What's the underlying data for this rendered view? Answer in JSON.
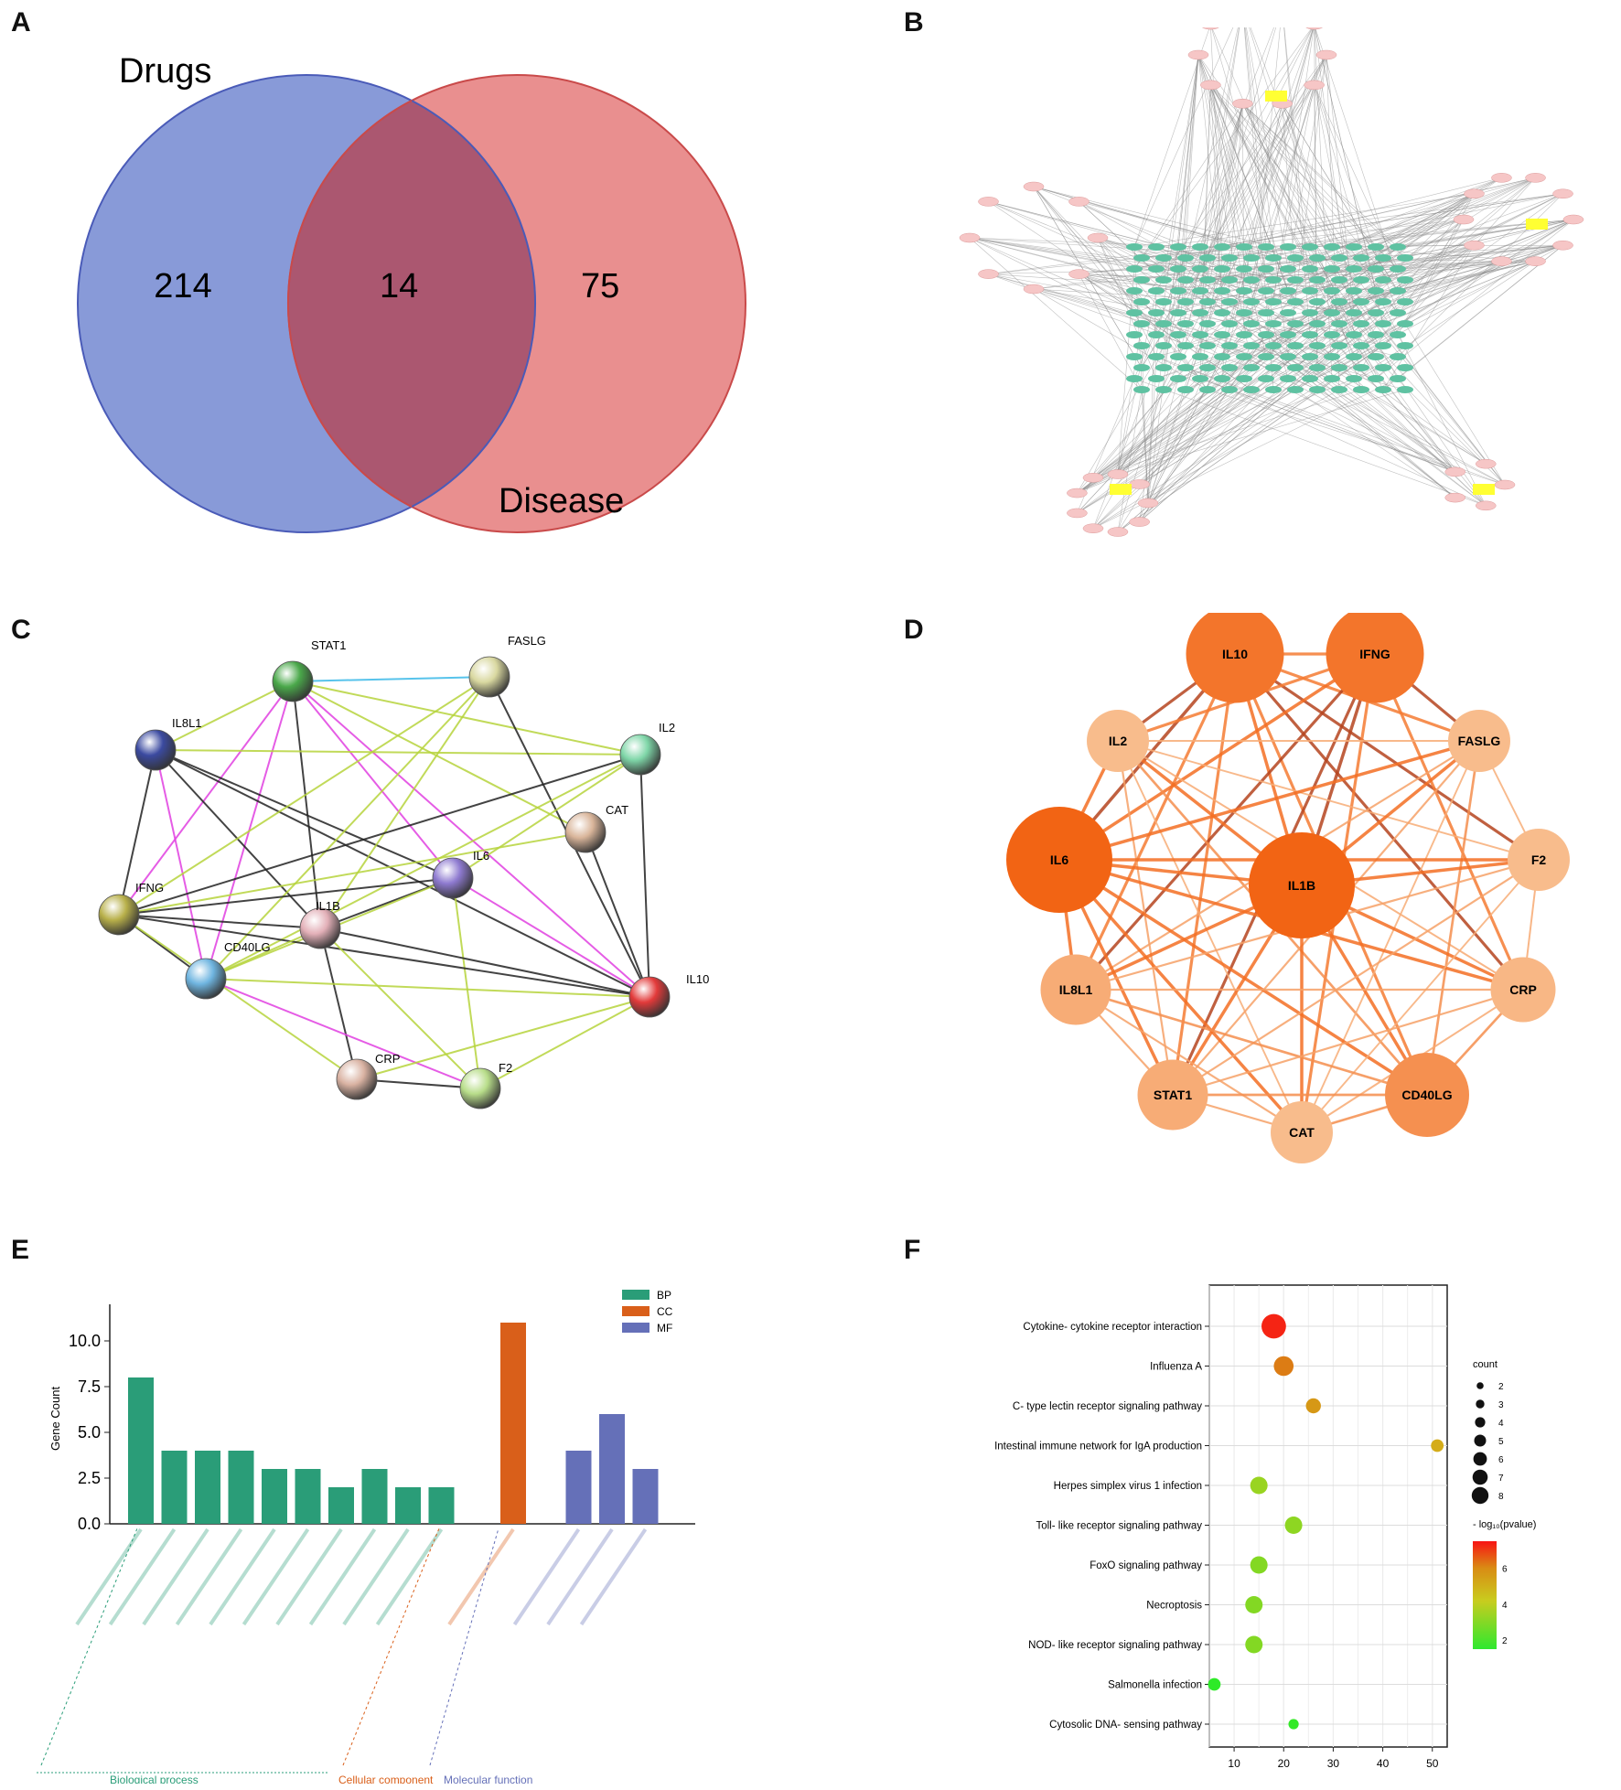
{
  "panels": {
    "a": "A",
    "b": "B",
    "c": "C",
    "d": "D",
    "e": "E",
    "f": "F"
  },
  "chart_data": [
    {
      "panel": "A",
      "type": "venn",
      "sets": [
        {
          "name": "Drugs",
          "only": 214,
          "color": "#7b8fd4"
        },
        {
          "name": "Disease",
          "only": 75,
          "color": "#e57b7b"
        }
      ],
      "intersection": 14,
      "overlap_color": "#a9546f"
    },
    {
      "panel": "B",
      "type": "network",
      "description_colors": {
        "compound_nodes": "#5fc2a2",
        "herb_nodes": "#f6c6c6",
        "hub_nodes": "#ffff33",
        "edges": "#8a8a8a"
      }
    },
    {
      "panel": "C",
      "type": "network",
      "nodes": [
        {
          "id": "STAT1",
          "color": "#4aa84a"
        },
        {
          "id": "FASLG",
          "color": "#d9d8a0"
        },
        {
          "id": "IL8L1",
          "color": "#3b4aa0"
        },
        {
          "id": "IL2",
          "color": "#7fd6a8"
        },
        {
          "id": "CAT",
          "color": "#d9b59a"
        },
        {
          "id": "IL6",
          "color": "#8e7ad0"
        },
        {
          "id": "IFNG",
          "color": "#b8b04a"
        },
        {
          "id": "IL1B",
          "color": "#e3b0b8"
        },
        {
          "id": "CD40LG",
          "color": "#6fb5e0"
        },
        {
          "id": "IL10",
          "color": "#e23a3a"
        },
        {
          "id": "CRP",
          "color": "#d9b2a2"
        },
        {
          "id": "F2",
          "color": "#b8dd8a"
        }
      ]
    },
    {
      "panel": "D",
      "type": "network",
      "nodes": [
        {
          "id": "IL10",
          "level": 0.85
        },
        {
          "id": "IFNG",
          "level": 0.85
        },
        {
          "id": "IL2",
          "level": 0.2
        },
        {
          "id": "FASLG",
          "level": 0.2
        },
        {
          "id": "IL6",
          "level": 1.0
        },
        {
          "id": "IL1B",
          "level": 1.0
        },
        {
          "id": "F2",
          "level": 0.2
        },
        {
          "id": "IL8L1",
          "level": 0.35
        },
        {
          "id": "CRP",
          "level": 0.25
        },
        {
          "id": "STAT1",
          "level": 0.35
        },
        {
          "id": "CAT",
          "level": 0.2
        },
        {
          "id": "CD40LG",
          "level": 0.6
        }
      ]
    },
    {
      "panel": "E",
      "type": "bar",
      "ylabel": "Gene Count",
      "ylim": [
        0,
        11.5
      ],
      "yticks": [
        "0.0",
        "2.5",
        "5.0",
        "7.5",
        "10.0"
      ],
      "series": [
        {
          "name": "BP",
          "color": "#2a9d78",
          "values": [
            8,
            4,
            4,
            4,
            3,
            3,
            2,
            3,
            2,
            2
          ]
        },
        {
          "name": "CC",
          "color": "#d95f1a",
          "values": [
            11
          ]
        },
        {
          "name": "MF",
          "color": "#6570b8",
          "values": [
            4,
            6,
            3
          ]
        }
      ],
      "groups": [
        "Biological process",
        "Cellular component",
        "Molecular function"
      ]
    },
    {
      "panel": "F",
      "type": "scatter",
      "categories": [
        "Cytokine- cytokine receptor interaction",
        "Influenza A",
        "C- type lectin receptor signaling pathway",
        "Intestinal immune network for IgA production",
        "Herpes simplex virus 1 infection",
        "Toll- like receptor signaling pathway",
        "FoxO signaling pathway",
        "Necroptosis",
        "NOD- like receptor signaling pathway",
        "Salmonella infection",
        "Cytosolic DNA- sensing pathway"
      ],
      "x": [
        18,
        20,
        26,
        51,
        15,
        22,
        15,
        14,
        14,
        6,
        22
      ],
      "count": [
        8,
        6,
        4,
        3,
        5,
        5,
        5,
        5,
        5,
        3,
        2
      ],
      "neglog10p": [
        7.3,
        6.2,
        5.7,
        5.2,
        3.5,
        3.3,
        3.1,
        3.1,
        3.1,
        1.6,
        1.7
      ],
      "xticks": [
        "10",
        "20",
        "30",
        "40",
        "50"
      ],
      "xlim": [
        5,
        53
      ],
      "size_legend_title": "count",
      "size_legend_values": [
        "2",
        "3",
        "4",
        "5",
        "6",
        "7",
        "8"
      ],
      "color_legend_title": "- log₁₀(pvalue)",
      "color_legend_ticks": [
        "2",
        "4",
        "6"
      ]
    }
  ]
}
